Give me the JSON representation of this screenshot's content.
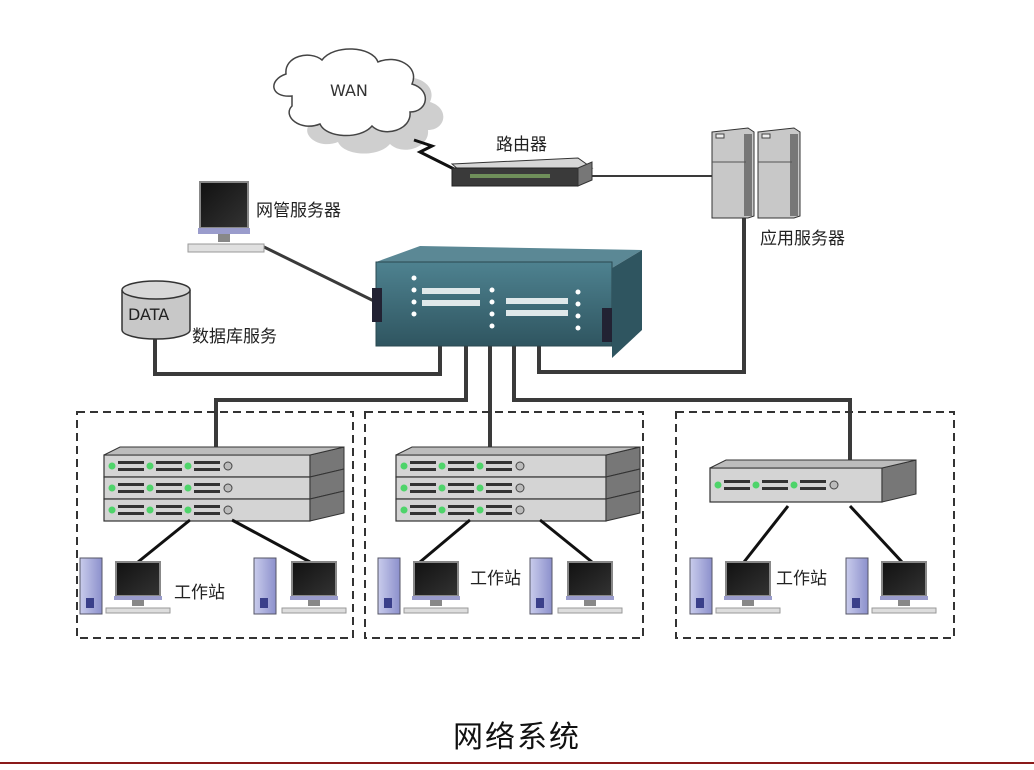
{
  "diagram": {
    "title": "网络系统",
    "nodes": {
      "wan": {
        "label": "WAN"
      },
      "router": {
        "label": "路由器"
      },
      "mgmt_server": {
        "label": "网管服务器"
      },
      "database": {
        "label": "DATA",
        "caption": "数据库服务"
      },
      "app_server": {
        "label": "应用服务器"
      },
      "core_switch": {
        "label": ""
      }
    },
    "groups": [
      {
        "label": "工作站",
        "switch_type": "stacked",
        "workstations": 2
      },
      {
        "label": "工作站",
        "switch_type": "stacked",
        "workstations": 2
      },
      {
        "label": "工作站",
        "switch_type": "single",
        "workstations": 2
      }
    ],
    "colors": {
      "line": "#3a3a3a",
      "core_switch": "#3f6f7c",
      "port_led": "#4ed46a",
      "accent_rule": "#8a1a1a",
      "tower": "#8a8fd0"
    }
  }
}
